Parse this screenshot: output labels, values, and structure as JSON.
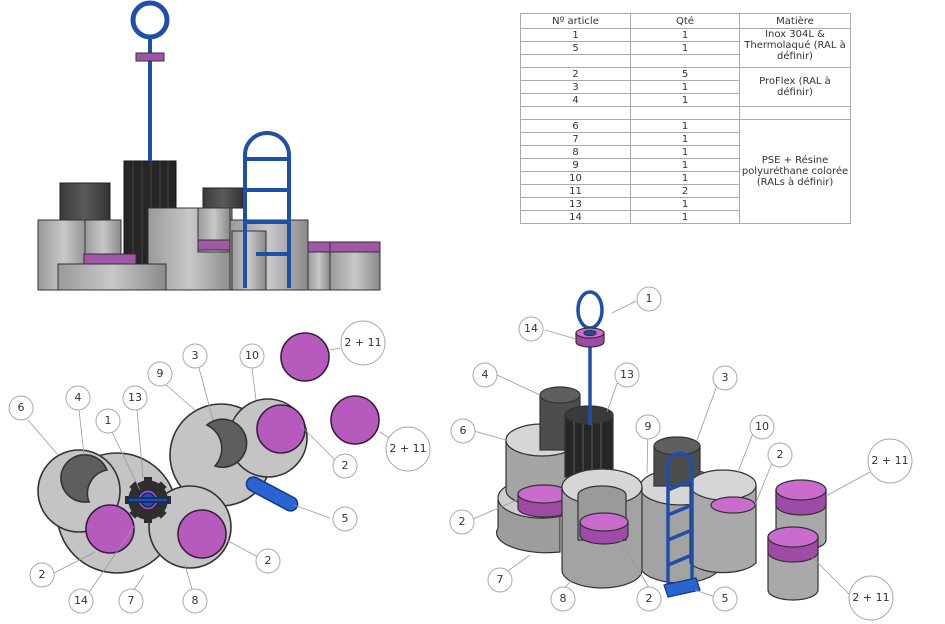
{
  "bom_table": {
    "headers": [
      "Nº article",
      "Qté",
      "Matière"
    ],
    "groups": [
      {
        "rows": [
          {
            "article": "1",
            "qty": "1"
          },
          {
            "article": "5",
            "qty": "1"
          }
        ],
        "material": "Inox 304L & Thermolaqué (RAL à définir)"
      },
      {
        "rows": [
          {
            "article": "2",
            "qty": "5"
          },
          {
            "article": "3",
            "qty": "1"
          },
          {
            "article": "4",
            "qty": "1"
          }
        ],
        "material": "ProFlex (RAL à définir)"
      },
      {
        "rows": [
          {
            "article": "6",
            "qty": "1"
          },
          {
            "article": "7",
            "qty": "1"
          },
          {
            "article": "8",
            "qty": "1"
          },
          {
            "article": "9",
            "qty": "1"
          },
          {
            "article": "10",
            "qty": "1"
          },
          {
            "article": "11",
            "qty": "2"
          },
          {
            "article": "13",
            "qty": "1"
          },
          {
            "article": "14",
            "qty": "1"
          }
        ],
        "material": "PSE + Résine polyuréthane colorée (RALs à définir)"
      }
    ]
  },
  "top_view_balloons": [
    "6",
    "4",
    "1",
    "13",
    "9",
    "3",
    "10",
    "2 + 11",
    "2 + 11",
    "2",
    "5",
    "2",
    "2",
    "14",
    "7",
    "8"
  ],
  "iso_view_balloons": [
    "1",
    "14",
    "4",
    "13",
    "3",
    "6",
    "9",
    "10",
    "2",
    "2 + 11",
    "2",
    "7",
    "8",
    "2",
    "5",
    "2 + 11"
  ],
  "colors": {
    "steel_blue": "#1f4fa8",
    "proflex_purple": "#b65bbd",
    "foam_grey": "#c4c4c4",
    "dark_grey": "#555555",
    "black_part": "#2a2a2a"
  }
}
